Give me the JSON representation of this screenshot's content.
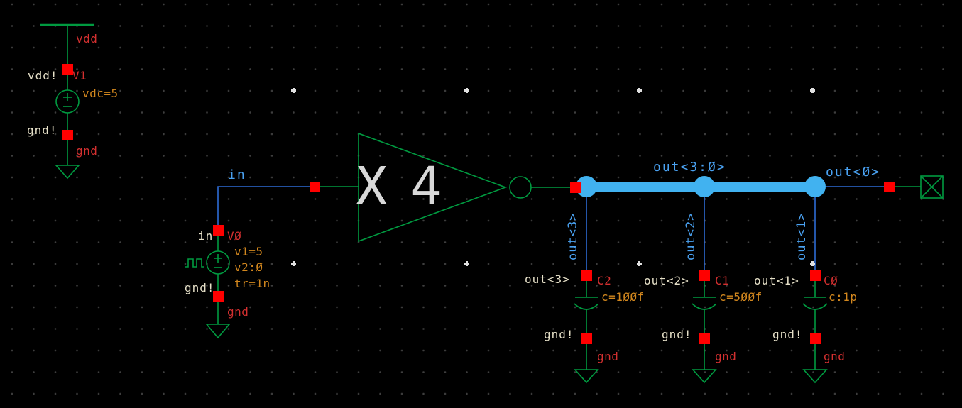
{
  "colors": {
    "green": "#009a40",
    "blue": "#2e6bd4",
    "bus-blue": "#41b2f0",
    "label-blue": "#4aa2f2",
    "red-text": "#d43030",
    "orange": "#d2871e",
    "cream": "#e6e0c8",
    "square-red": "#ff0000",
    "x4-gray": "#d8d8d8",
    "grid-dot": "#3e3e3e",
    "cross": "#e0e0e0"
  },
  "v1": {
    "instance": "V1",
    "param": "vdc=5",
    "net_top": "vdd",
    "net_bottom": "gnd",
    "pin_top": "vdd!",
    "pin_bottom": "gnd!"
  },
  "v0": {
    "instance": "VØ",
    "wire_net": "in",
    "pin_top": "in",
    "param_v1": "v1=5",
    "param_v2": "v2:Ø",
    "param_tr": "tr=1n",
    "pin_bottom": "gnd!",
    "net_bottom": "gnd"
  },
  "buffer": {
    "scale_label": "X 4"
  },
  "bus": {
    "net_label": "out<3:Ø>",
    "out_net": "out<Ø>",
    "taps": [
      "out<3>",
      "out<2>",
      "out<1>"
    ]
  },
  "capacitors": [
    {
      "instance": "C2",
      "value": "c=1ØØf",
      "node": "out<3>",
      "pin_gnd": "gnd!",
      "net_gnd": "gnd"
    },
    {
      "instance": "C1",
      "value": "c=5ØØf",
      "node": "out<2>",
      "pin_gnd": "gnd!",
      "net_gnd": "gnd"
    },
    {
      "instance": "CØ",
      "value": "c:1p",
      "node": "out<1>",
      "pin_gnd": "gnd!",
      "net_gnd": "gnd"
    }
  ]
}
